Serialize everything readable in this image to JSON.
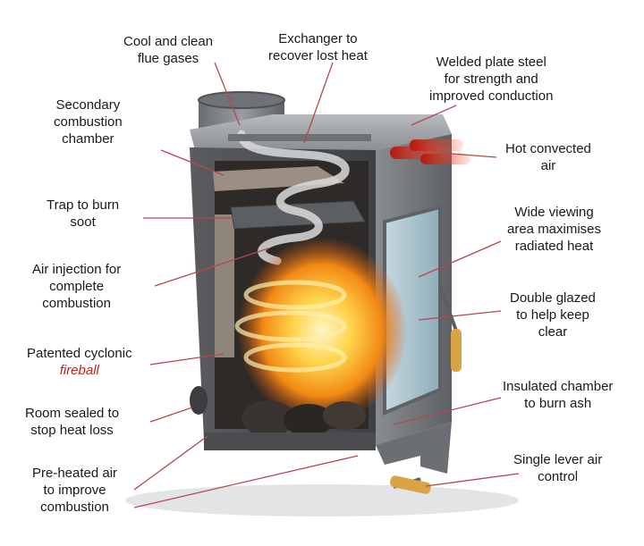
{
  "labels": {
    "flue": [
      "Cool and clean",
      "flue gases"
    ],
    "exchanger": [
      "Exchanger to",
      "recover lost heat"
    ],
    "steel": [
      "Welded plate steel",
      "for strength and",
      "improved conduction"
    ],
    "secondary": [
      "Secondary",
      "combustion",
      "chamber"
    ],
    "convected": [
      "Hot convected",
      "air"
    ],
    "trap": [
      "Trap to burn",
      "soot"
    ],
    "viewing": [
      "Wide viewing",
      "area maximises",
      "radiated heat"
    ],
    "injection": [
      "Air injection for",
      "complete",
      "combustion"
    ],
    "glazed": [
      "Double glazed",
      "to help keep",
      "clear"
    ],
    "cyclonic": [
      "Patented cyclonic",
      "fireball"
    ],
    "insulated": [
      "Insulated chamber",
      "to burn ash"
    ],
    "sealed": [
      "Room sealed to",
      "stop heat loss"
    ],
    "preheated": [
      "Pre-heated air",
      "to improve",
      "combustion"
    ],
    "lever": [
      "Single lever air",
      "control"
    ]
  },
  "colors": {
    "leader": "#b5474f",
    "steel_dark": "#4d4f52",
    "steel_mid": "#7d8084",
    "steel_light": "#a9acae",
    "glass": "#9ab7c4",
    "flame": "#f29a1c",
    "hot_air": "#e8341c",
    "insulation": "#8f857a"
  }
}
